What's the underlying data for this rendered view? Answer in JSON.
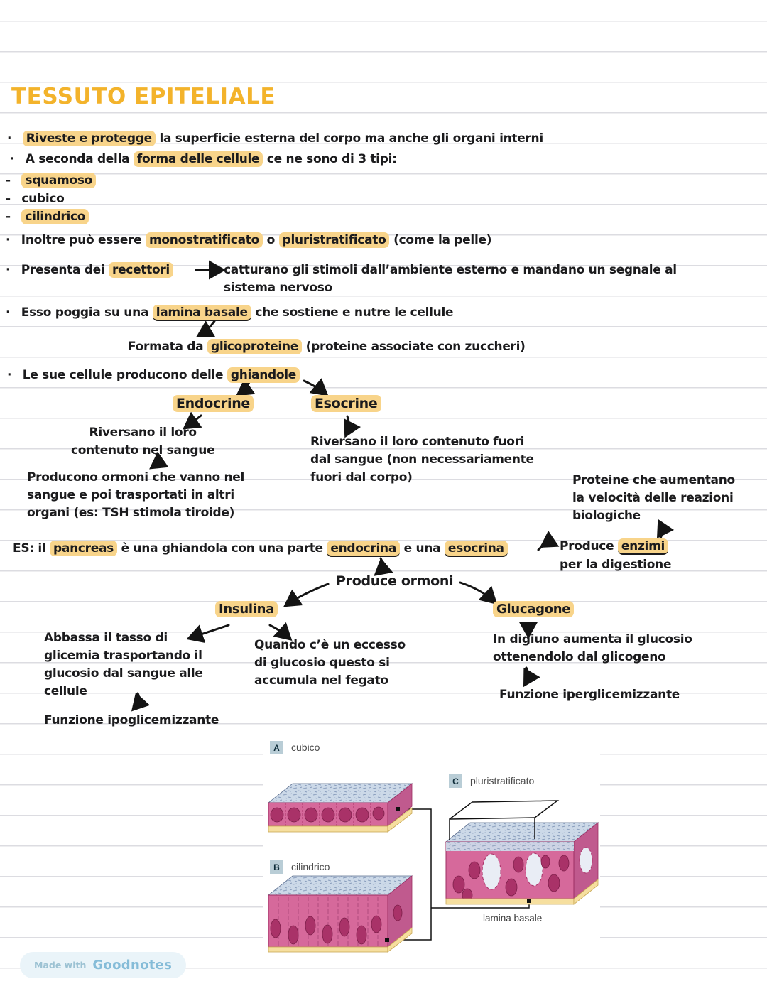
{
  "colors": {
    "title_orange": "#F3B32B",
    "highlight_yellow": "#F8D48A",
    "ink": "#1B1B1D",
    "ruled_line": "#DCDCE1",
    "diagram_cell_pink": "#D6699B",
    "diagram_nucleus": "#A93268",
    "diagram_top_blue": "#CCD9E8",
    "diagram_basal_yellow": "#F6DF9F",
    "badge_blue": "#B9CDD6",
    "watermark_blue": "#85BCD8"
  },
  "title": "TESSUTO EPITELIALE",
  "markers": {
    "bullet": "·",
    "dash": "-"
  },
  "lines": {
    "riveste_hl": "Riveste e protegge",
    "riveste_rest": " la superficie esterna del corpo ma anche gli organi interni",
    "forma_pre": "A seconda della ",
    "forma_hl": "forma delle cellule",
    "forma_rest": " ce ne sono di 3 tipi:",
    "tipo_squamoso": "squamoso",
    "tipo_cubico": "cubico",
    "tipo_cilindrico": "cilindrico",
    "strati_pre": "Inoltre può essere ",
    "strati_hl1": "monostratificato",
    "strati_mid": " o ",
    "strati_hl2": "pluristratificato",
    "strati_rest": " (come la pelle)",
    "recettori_pre": "Presenta dei ",
    "recettori_hl": "recettori",
    "recettori_note": "catturano gli stimoli dall’ambiente esterno e mandano un segnale al\nsistema nervoso",
    "lamina_pre": "Esso poggia su una ",
    "lamina_hl": "lamina basale",
    "lamina_rest": " che sostiene e nutre le cellule",
    "glico_pre": "Formata da ",
    "glico_hl": "glicoproteine",
    "glico_rest": " (proteine associate con zuccheri)",
    "ghiandole_pre": "Le sue cellule producono delle ",
    "ghiandole_hl": "ghiandole"
  },
  "glands": {
    "endocrine_label": "Endocrine",
    "esocrine_label": "Esocrine",
    "endocrine_note": "Riversano il loro\ncontenuto nel sangue",
    "endocrine_detail": "Producono ormoni che vanno nel\nsangue e poi trasportati in altri\norgani (es: TSH stimola tiroide)",
    "esocrine_note": "Riversano il loro contenuto fuori\ndal sangue (non necessariamente\nfuori dal corpo)"
  },
  "pancreas": {
    "pre": "ES: il ",
    "hl_pancreas": "pancreas",
    "mid1": " è una ghiandola con una parte ",
    "hl_endocrina": "endocrina",
    "mid2": " e una ",
    "hl_esocrina": "esocrina",
    "enzimi_pre": "Produce ",
    "enzimi_hl": "enzimi",
    "enzimi_line2": "per la digestione",
    "enzimi_note": "Proteine che aumentano\nla velocità delle reazioni\nbiologiche",
    "ormoni_label": "Produce ormoni"
  },
  "hormones": {
    "insulina_label": "Insulina",
    "glucagone_label": "Glucagone",
    "insulina_note1": "Abbassa il tasso di\nglicemia trasportando il\nglucosio dal sangue alle\ncellule",
    "insulina_note2": "Quando c’è un eccesso\ndi glucosio questo si\naccumula nel fegato",
    "insulina_result": "Funzione ipoglicemizzante",
    "glucagone_note": "In digiuno aumenta il glucosio\nottenendolo dal glicogeno",
    "glucagone_result": "Funzione iperglicemizzante"
  },
  "diagram": {
    "a_letter": "A",
    "a_label": "cubico",
    "b_letter": "B",
    "b_label": "cilindrico",
    "c_letter": "C",
    "c_label": "pluristratificato",
    "lamina_label": "lamina basale"
  },
  "watermark": {
    "made_with": "Made with",
    "brand": "Goodnotes"
  }
}
